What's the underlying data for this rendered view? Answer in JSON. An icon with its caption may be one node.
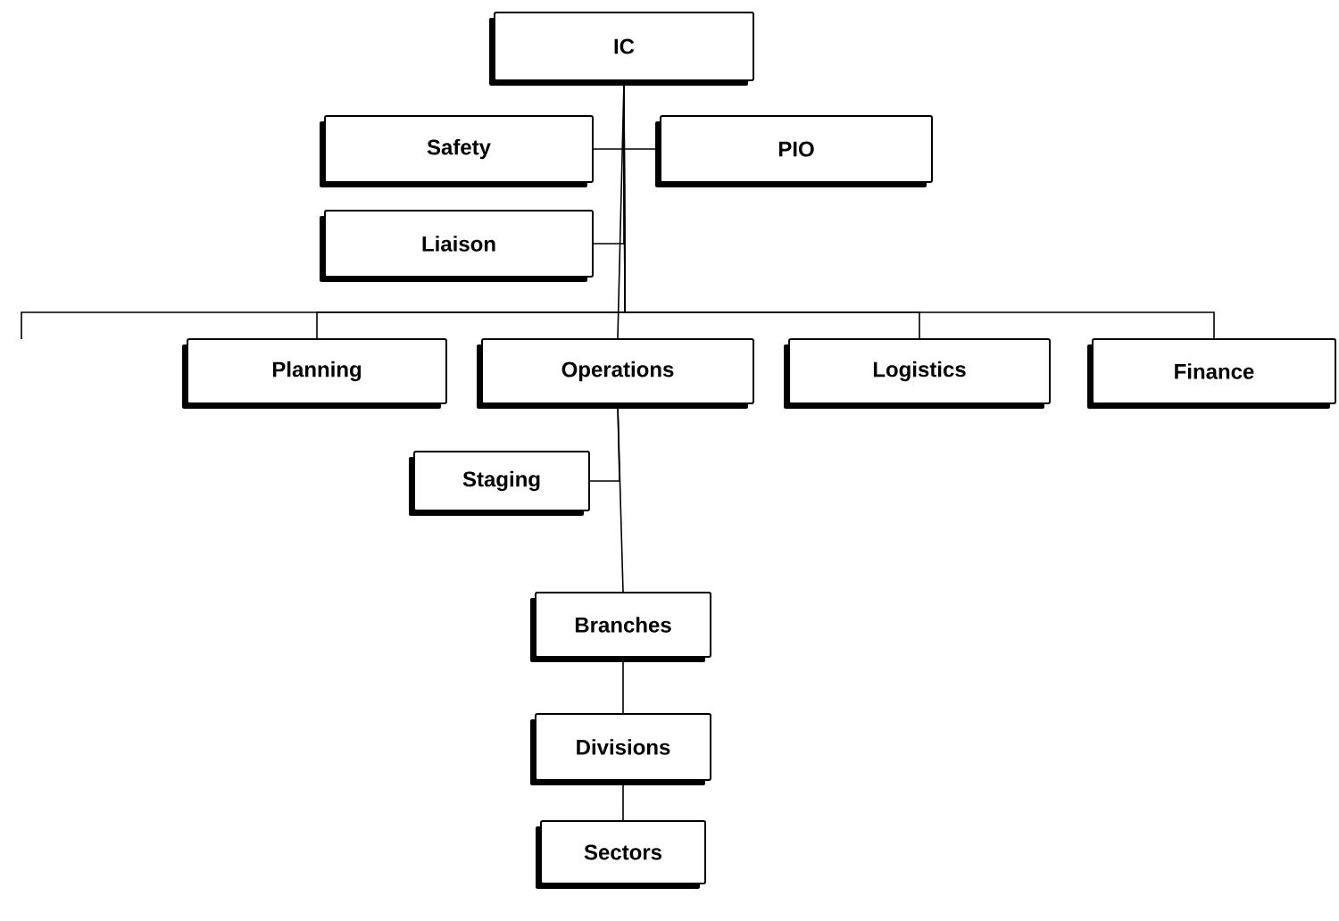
{
  "diagram": {
    "nodes": [
      {
        "text": [
          "IC"
        ]
      },
      {
        "text": [
          "Safety"
        ]
      },
      {
        "text": [
          "PIO"
        ]
      },
      {
        "text": [
          "Liaison"
        ]
      },
      {
        "text": [
          "Planning"
        ]
      },
      {
        "text": [
          "Operations"
        ]
      },
      {
        "text": [
          "Logistics"
        ]
      },
      {
        "text": [
          "Finance"
        ]
      },
      {
        "text": [
          "Staging"
        ]
      },
      {
        "text": [
          "Branches"
        ]
      },
      {
        "text": [
          "Divisions"
        ]
      },
      {
        "text": [
          "Sectors"
        ]
      }
    ],
    "edges": [
      {
        "from": 0,
        "to": 1,
        "arrow": "none"
      },
      {
        "from": 0,
        "to": 2,
        "arrow": "none"
      },
      {
        "from": 0,
        "to": 3,
        "arrow": "none"
      },
      {
        "from": 0,
        "to": null,
        "arrow": "none"
      },
      {
        "from": 0,
        "to": 4,
        "arrow": "none"
      },
      {
        "from": 0,
        "to": 5,
        "arrow": "none"
      },
      {
        "from": 0,
        "to": 6,
        "arrow": "none"
      },
      {
        "from": 0,
        "to": 7,
        "arrow": "none"
      },
      {
        "from": 5,
        "to": 8,
        "arrow": "none"
      },
      {
        "from": 5,
        "to": 9,
        "arrow": "none"
      },
      {
        "from": 9,
        "to": 10,
        "arrow": "none"
      },
      {
        "from": 10,
        "to": 11,
        "arrow": "none"
      }
    ]
  }
}
